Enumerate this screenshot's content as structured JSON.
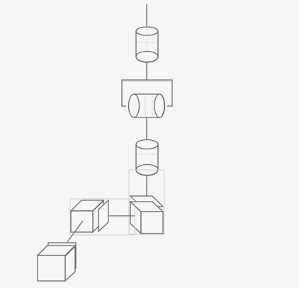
{
  "diagram": {
    "kind": "3d-component-assembly",
    "components": [
      {
        "id": "top-cylinder",
        "shape": "cylinder",
        "orientation": "vertical"
      },
      {
        "id": "middle-cylinder",
        "shape": "cylinder",
        "orientation": "horizontal"
      },
      {
        "id": "lower-cylinder",
        "shape": "cylinder",
        "orientation": "vertical"
      },
      {
        "id": "plate",
        "shape": "plate"
      },
      {
        "id": "right-box",
        "shape": "box"
      },
      {
        "id": "left-box",
        "shape": "box"
      },
      {
        "id": "bottom-box",
        "shape": "box"
      }
    ],
    "connections": [
      [
        "top-cylinder",
        "middle-cylinder"
      ],
      [
        "middle-cylinder",
        "lower-cylinder"
      ],
      [
        "lower-cylinder",
        "plate"
      ],
      [
        "plate",
        "right-box"
      ],
      [
        "right-box",
        "left-box"
      ],
      [
        "left-box",
        "bottom-box"
      ]
    ],
    "colors": {
      "background": "#f6f6f6",
      "stroke": "#6a6a6a",
      "guide": "#c9c9c9"
    }
  }
}
